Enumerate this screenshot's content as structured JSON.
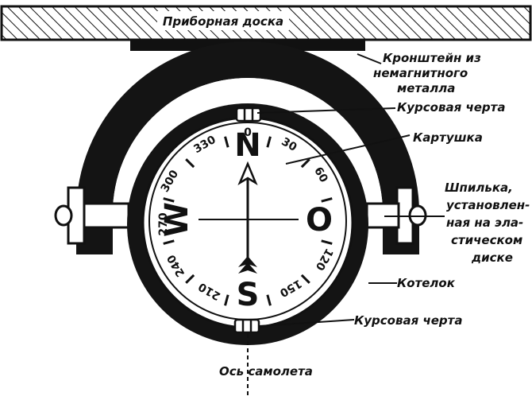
{
  "labels": {
    "dashboard": "Приборная доска",
    "bracket_line1": "Кронштейн из",
    "bracket_line2": "немагнитного",
    "bracket_line3": "металла",
    "lubber_top": "Курсовая черта",
    "card": "Картушка",
    "pin_line1": "Шпилька,",
    "pin_line2": "установлен-",
    "pin_line3": "ная на эла-",
    "pin_line4": "стическом",
    "pin_line5": "диске",
    "bowl": "Котелок",
    "lubber_bottom": "Курсовая черта",
    "aircraft_axis": "Ось самолета"
  },
  "compass_card": {
    "cardinals": {
      "north": "N",
      "south": "S",
      "east": "O",
      "west": "W"
    },
    "degree_marks": [
      "0",
      "30",
      "60",
      "120",
      "150",
      "210",
      "240",
      "270",
      "300",
      "330"
    ]
  }
}
